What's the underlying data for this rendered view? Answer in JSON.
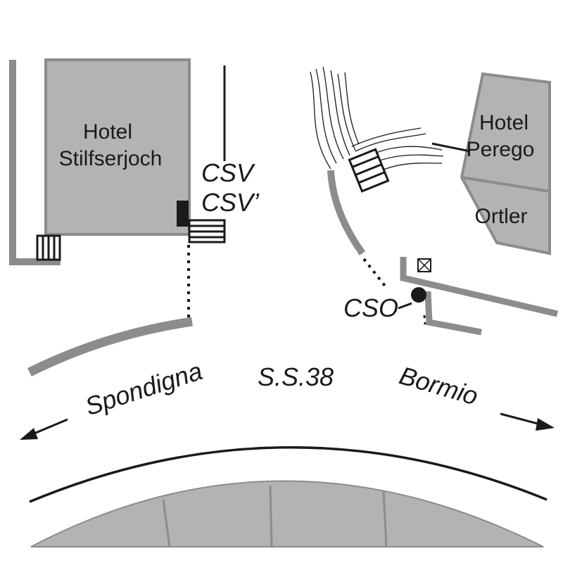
{
  "map": {
    "labels": {
      "hotel_stilfserjoch_line1": "Hotel",
      "hotel_stilfserjoch_line2": "Stilfserjoch",
      "hotel_perego_line1": "Hotel",
      "hotel_perego_line2": "Perego",
      "ortler": "Ortler",
      "csv": "CSV",
      "csv_prime": "CSV’",
      "cso": "CSO",
      "road": "S.S.38",
      "direction_left": "Spondigna",
      "direction_right": "Bormio"
    },
    "colors": {
      "building_fill": "#b3b3b3",
      "building_outline": "#8c8c8c",
      "ink": "#1a1a1a",
      "background": "#ffffff"
    },
    "icons": {
      "stairs": "stairs-icon",
      "station_marker": "station-dot-icon",
      "boxed_cross": "boxed-cross-icon",
      "arrow_left": "arrow-left-icon",
      "arrow_right": "arrow-right-icon"
    }
  }
}
